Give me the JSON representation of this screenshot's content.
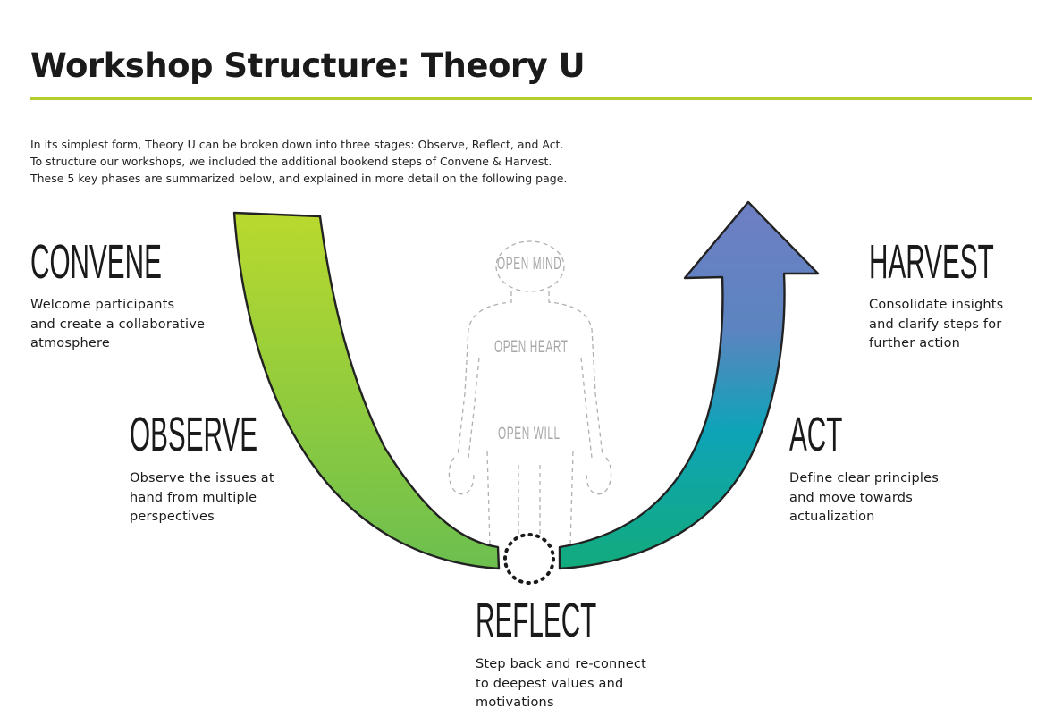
{
  "title": "Workshop Structure: Theory U",
  "intro": [
    "In its simplest form, Theory U can be broken down into three stages: Observe, Reflect, and Act.",
    "To structure our workshops, we included the additional bookend steps of Convene & Harvest.",
    "These 5 key phases are summarized below, and explained in more detail on the following page."
  ],
  "stages": {
    "convene": {
      "heading": "CONVENE",
      "lines": [
        "Welcome participants",
        "and create a collaborative",
        "atmosphere"
      ]
    },
    "observe": {
      "heading": "OBSERVE",
      "lines": [
        "Observe the issues at",
        "hand from multiple",
        "perspectives"
      ]
    },
    "reflect": {
      "heading": "REFLECT",
      "lines": [
        "Step back and re-connect",
        "to deepest values and",
        "motivations"
      ]
    },
    "act": {
      "heading": "ACT",
      "lines": [
        "Define clear principles",
        "and move towards",
        "actualization"
      ]
    },
    "harvest": {
      "heading": "HARVEST",
      "lines": [
        "Consolidate insights",
        "and clarify steps for",
        "further action"
      ]
    }
  },
  "figure_labels": {
    "mind": "OPEN MIND",
    "heart": "OPEN HEART",
    "will": "OPEN WILL"
  },
  "colors": {
    "rule": "#b5cc2e",
    "left_top": "#b9d92e",
    "left_bottom": "#6cbf4f",
    "right_top": "#6e7fc3",
    "right_mid": "#0fa3b8",
    "right_bottom": "#12ab7c",
    "outline": "#222222",
    "figure": "#b0b0b0"
  }
}
